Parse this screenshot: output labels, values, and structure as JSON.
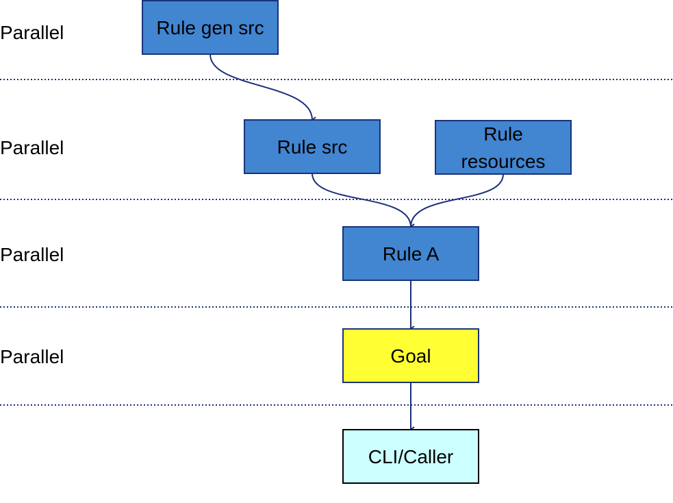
{
  "colors": {
    "rule_fill": "#4285d0",
    "rule_stroke": "#1a3278",
    "goal_fill": "#ffff33",
    "goal_stroke": "#1a3278",
    "caller_fill": "#ccffff",
    "caller_stroke": "#000000",
    "edge": "#1a2e7a",
    "separator": "#1a2e7a"
  },
  "lanes": [
    {
      "label": "Parallel"
    },
    {
      "label": "Parallel"
    },
    {
      "label": "Parallel"
    },
    {
      "label": "Parallel"
    }
  ],
  "nodes": {
    "rule_gen_src": {
      "label": "Rule gen src"
    },
    "rule_src": {
      "label": "Rule src"
    },
    "rule_resources": {
      "line1": "Rule",
      "line2": "resources"
    },
    "rule_a": {
      "label": "Rule A"
    },
    "goal": {
      "label": "Goal"
    },
    "cli_caller": {
      "label": "CLI/Caller"
    }
  },
  "edges": [
    {
      "from": "Rule gen src",
      "to": "Rule src"
    },
    {
      "from": "Rule src",
      "to": "Rule A"
    },
    {
      "from": "Rule resources",
      "to": "Rule A"
    },
    {
      "from": "Rule A",
      "to": "Goal"
    },
    {
      "from": "Goal",
      "to": "CLI/Caller"
    }
  ]
}
